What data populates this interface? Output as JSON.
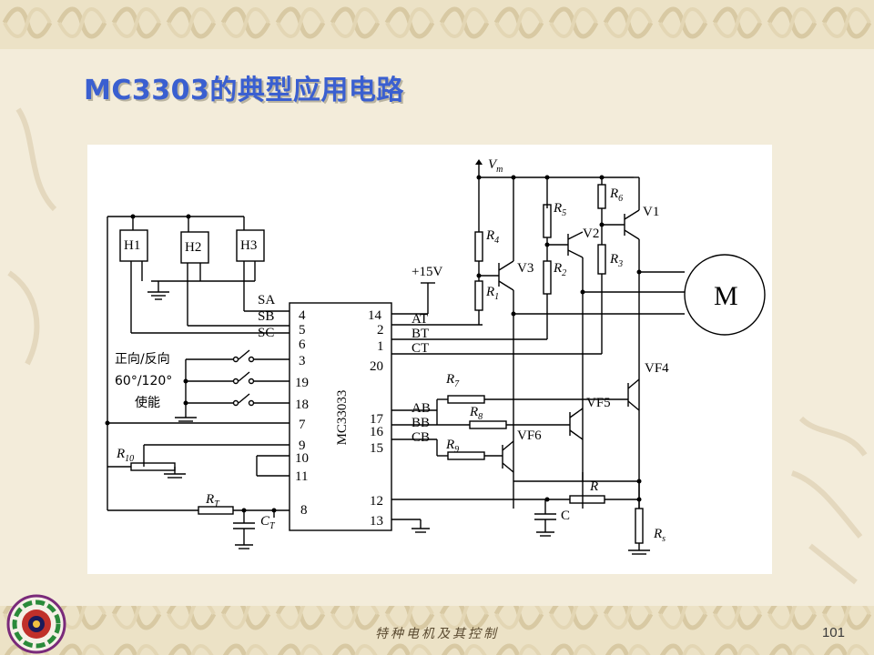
{
  "slide": {
    "title": "MC3303的典型应用电路",
    "footer": "特种电机及其控制",
    "page_number": "101"
  },
  "circuit": {
    "chip": {
      "name": "MC33033"
    },
    "hall_sensors": [
      "H1",
      "H2",
      "H3"
    ],
    "motor_label": "M",
    "supply": {
      "vm": "V",
      "vm_sub": "m",
      "plus15": "+15V"
    },
    "left_signals": [
      "SA",
      "SB",
      "SC"
    ],
    "control_labels": {
      "dir": "正向/反向",
      "angle": "60°/120°",
      "enable": "使能"
    },
    "left_pins": [
      "4",
      "5",
      "6",
      "3",
      "19",
      "18",
      "7",
      "9",
      "10",
      "11",
      "8"
    ],
    "right_pins": [
      "14",
      "2",
      "1",
      "20",
      "17",
      "16",
      "15",
      "12",
      "13"
    ],
    "right_signals": [
      "AT",
      "BT",
      "CT",
      "AB",
      "BB",
      "CB"
    ],
    "resistors": {
      "r1": "R",
      "r1_sub": "1",
      "r2": "R",
      "r2_sub": "2",
      "r3": "R",
      "r3_sub": "3",
      "r4": "R",
      "r4_sub": "4",
      "r5": "R",
      "r5_sub": "5",
      "r6": "R",
      "r6_sub": "6",
      "r7": "R",
      "r7_sub": "7",
      "r8": "R",
      "r8_sub": "8",
      "r9": "R",
      "r9_sub": "9",
      "r10": "R",
      "r10_sub": "10",
      "rt": "R",
      "rt_sub": "T",
      "r": "R",
      "rs": "R",
      "rs_sub": "s"
    },
    "capacitors": {
      "ct": "C",
      "ct_sub": "T",
      "c": "C"
    },
    "transistors": [
      "V1",
      "V2",
      "V3",
      "VF4",
      "VF5",
      "VF6"
    ]
  }
}
